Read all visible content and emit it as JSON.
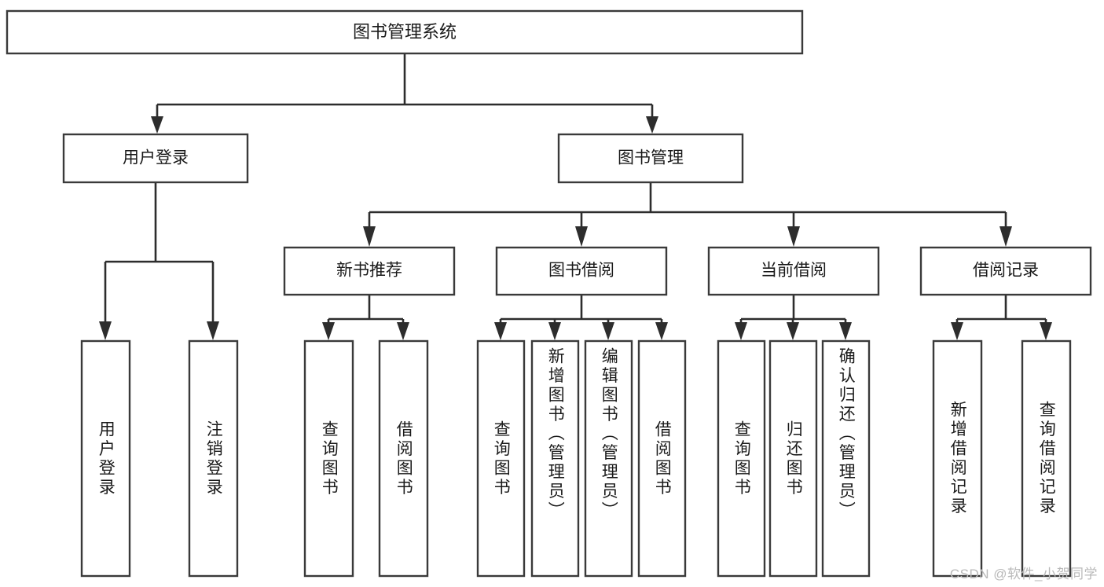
{
  "diagram": {
    "type": "hierarchy-tree",
    "title": "图书管理系统",
    "levels": 4,
    "root": {
      "id": "root",
      "label": "图书管理系统",
      "orientation": "horizontal"
    },
    "level2": [
      {
        "id": "user-login",
        "label": "用户登录",
        "orientation": "horizontal"
      },
      {
        "id": "book-management",
        "label": "图书管理",
        "orientation": "horizontal"
      }
    ],
    "level3": [
      {
        "id": "new-book-recommend",
        "label": "新书推荐",
        "orientation": "horizontal",
        "parent": "book-management"
      },
      {
        "id": "book-borrow",
        "label": "图书借阅",
        "orientation": "horizontal",
        "parent": "book-management"
      },
      {
        "id": "current-borrow",
        "label": "当前借阅",
        "orientation": "horizontal",
        "parent": "book-management"
      },
      {
        "id": "borrow-record",
        "label": "借阅记录",
        "orientation": "horizontal",
        "parent": "book-management"
      }
    ],
    "leaves": [
      {
        "id": "leaf-user-login",
        "label": "用户登录",
        "parent": "user-login",
        "orientation": "vertical"
      },
      {
        "id": "leaf-user-logout",
        "label": "注销登录",
        "parent": "user-login",
        "orientation": "vertical"
      },
      {
        "id": "leaf-query-book-1",
        "label": "查询图书",
        "parent": "new-book-recommend",
        "orientation": "vertical"
      },
      {
        "id": "leaf-borrow-book-1",
        "label": "借阅图书",
        "parent": "new-book-recommend",
        "orientation": "vertical"
      },
      {
        "id": "leaf-query-book-2",
        "label": "查询图书",
        "parent": "book-borrow",
        "orientation": "vertical"
      },
      {
        "id": "leaf-add-book",
        "label": "新增图书（管理员）",
        "parent": "book-borrow",
        "orientation": "vertical"
      },
      {
        "id": "leaf-edit-book",
        "label": "编辑图书（管理员）",
        "parent": "book-borrow",
        "orientation": "vertical"
      },
      {
        "id": "leaf-borrow-book-2",
        "label": "借阅图书",
        "parent": "book-borrow",
        "orientation": "vertical"
      },
      {
        "id": "leaf-query-book-3",
        "label": "查询图书",
        "parent": "current-borrow",
        "orientation": "vertical"
      },
      {
        "id": "leaf-return-book",
        "label": "归还图书",
        "parent": "current-borrow",
        "orientation": "vertical"
      },
      {
        "id": "leaf-confirm-return",
        "label": "确认归还（管理员）",
        "parent": "current-borrow",
        "orientation": "vertical"
      },
      {
        "id": "leaf-add-record",
        "label": "新增借阅记录",
        "parent": "borrow-record",
        "orientation": "vertical"
      },
      {
        "id": "leaf-query-record",
        "label": "查询借阅记录",
        "parent": "borrow-record",
        "orientation": "vertical"
      }
    ],
    "colors": {
      "box_stroke": "#3a3a3a",
      "connector": "#2d2d2d",
      "box_fill": "#ffffff",
      "text": "#1a1a1a",
      "background": "#ffffff",
      "watermark": "#b9b9b9"
    }
  },
  "watermark": {
    "text": "CSDN @软件_小贺同学"
  }
}
